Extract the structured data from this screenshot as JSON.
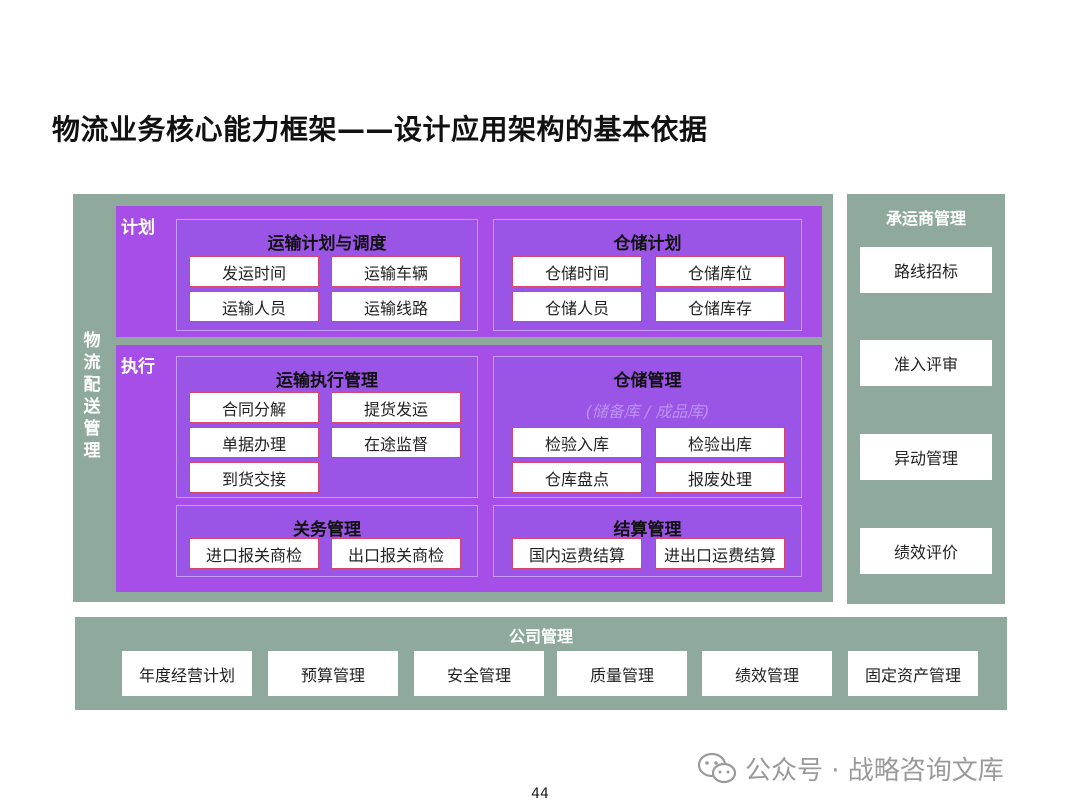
{
  "title": "物流业务核心能力框架——设计应用架构的基本依据",
  "left_panel_label": "物流配送管理",
  "plan": {
    "label": "计划",
    "groups": [
      {
        "title": "运输计划与调度",
        "items": [
          "发运时间",
          "运输车辆",
          "运输人员",
          "运输线路"
        ]
      },
      {
        "title": "仓储计划",
        "items": [
          "仓储时间",
          "仓储库位",
          "仓储人员",
          "仓储库存"
        ]
      }
    ]
  },
  "exec": {
    "label": "执行",
    "transport": {
      "title": "运输执行管理",
      "items": [
        "合同分解",
        "提货发运",
        "单据办理",
        "在途监督",
        "到货交接"
      ]
    },
    "warehouse": {
      "title": "仓储管理",
      "subtitle": "(储备库 / 成品库)",
      "items": [
        "检验入库",
        "检验出库",
        "仓库盘点",
        "报废处理"
      ]
    },
    "customs": {
      "title": "关务管理",
      "items": [
        "进口报关商检",
        "出口报关商检"
      ]
    },
    "settlement": {
      "title": "结算管理",
      "items": [
        "国内运费结算",
        "进出口运费结算"
      ]
    }
  },
  "carrier": {
    "title": "承运商管理",
    "items": [
      "路线招标",
      "准入评审",
      "异动管理",
      "绩效评价"
    ]
  },
  "company": {
    "title": "公司管理",
    "items": [
      "年度经营计划",
      "预算管理",
      "安全管理",
      "质量管理",
      "绩效管理",
      "固定资产管理"
    ]
  },
  "watermark": "公众号 · 战略咨询文库",
  "page_number": "44"
}
